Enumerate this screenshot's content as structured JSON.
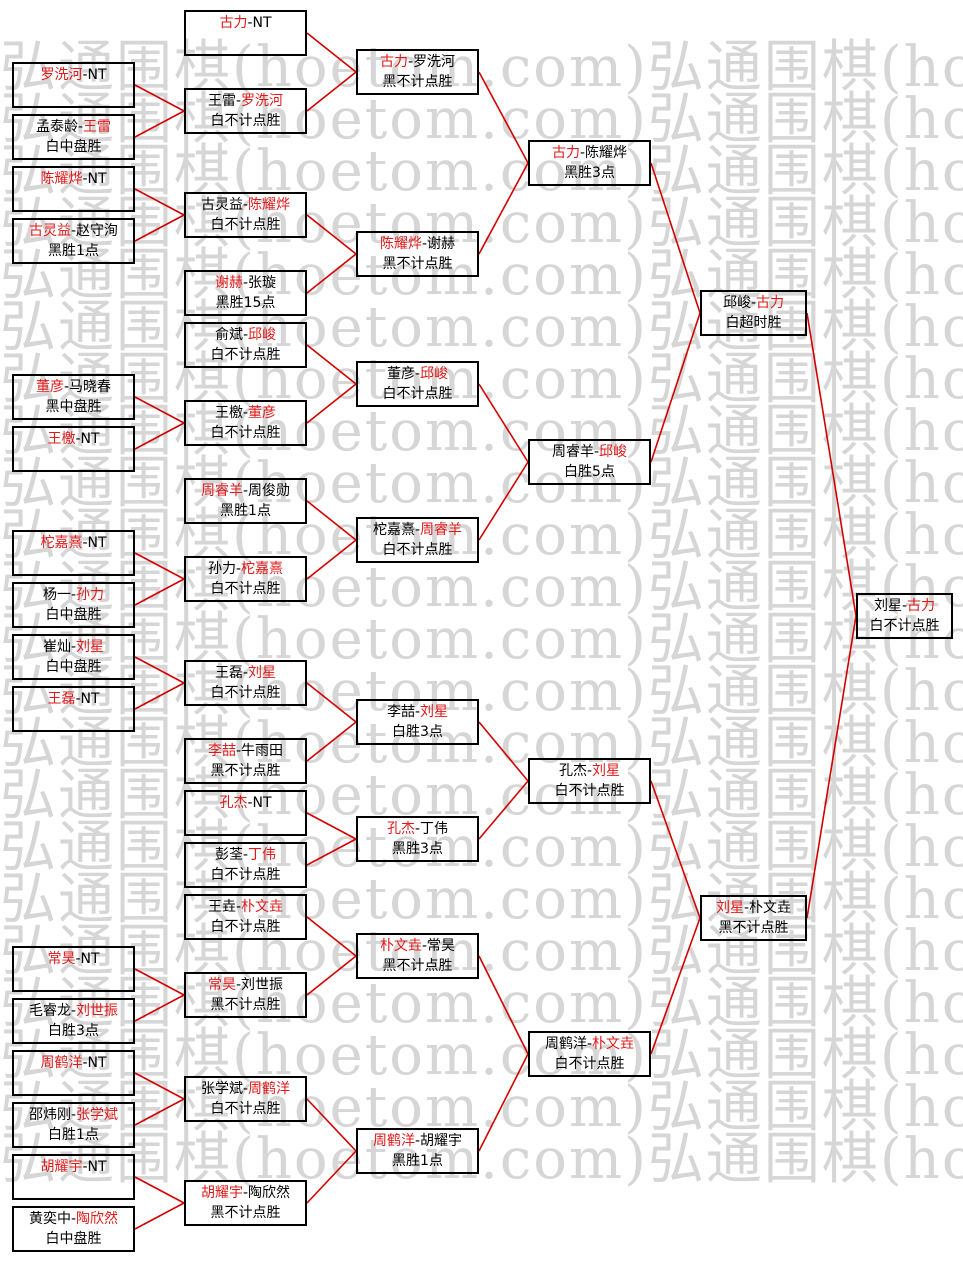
{
  "colors": {
    "winner": "#e01a1a",
    "line": "#d40000",
    "border": "#000000",
    "watermark": "#d6d6d6"
  },
  "watermark": "弘通围棋(hoetom.com)弘通围棋(hoetom.com)",
  "rounds": [
    [
      {
        "p1": "罗洗河",
        "p2": "NT",
        "win": 1,
        "res": ""
      },
      {
        "p1": "孟泰龄",
        "p2": "王雷",
        "win": 2,
        "res": "白中盘胜"
      },
      {
        "p1": "陈耀烨",
        "p2": "NT",
        "win": 1,
        "res": ""
      },
      {
        "p1": "古灵益",
        "p2": "赵守洵",
        "win": 1,
        "res": "黑胜1点"
      },
      {
        "p1": "董彦",
        "p2": "马晓春",
        "win": 1,
        "res": "黑中盘胜"
      },
      {
        "p1": "王檄",
        "p2": "NT",
        "win": 1,
        "res": ""
      },
      {
        "p1": "柁嘉熹",
        "p2": "NT",
        "win": 1,
        "res": ""
      },
      {
        "p1": "杨一",
        "p2": "孙力",
        "win": 2,
        "res": "白中盘胜"
      },
      {
        "p1": "崔灿",
        "p2": "刘星",
        "win": 2,
        "res": "白中盘胜"
      },
      {
        "p1": "王磊",
        "p2": "NT",
        "win": 1,
        "res": ""
      },
      {
        "p1": "常昊",
        "p2": "NT",
        "win": 1,
        "res": ""
      },
      {
        "p1": "毛睿龙",
        "p2": "刘世振",
        "win": 2,
        "res": "白胜3点"
      },
      {
        "p1": "周鹤洋",
        "p2": "NT",
        "win": 1,
        "res": ""
      },
      {
        "p1": "邵炜刚",
        "p2": "张学斌",
        "win": 2,
        "res": "白胜1点"
      },
      {
        "p1": "胡耀宇",
        "p2": "NT",
        "win": 1,
        "res": ""
      },
      {
        "p1": "黄奕中",
        "p2": "陶欣然",
        "win": 2,
        "res": "白中盘胜"
      }
    ],
    [
      {
        "p1": "古力",
        "p2": "NT",
        "win": 1,
        "res": ""
      },
      {
        "p1": "王雷",
        "p2": "罗洗河",
        "win": 2,
        "res": "白不计点胜"
      },
      {
        "p1": "古灵益",
        "p2": "陈耀烨",
        "win": 2,
        "res": "白不计点胜"
      },
      {
        "p1": "谢赫",
        "p2": "张璇",
        "win": 1,
        "res": "黑胜15点"
      },
      {
        "p1": "俞斌",
        "p2": "邱峻",
        "win": 2,
        "res": "白不计点胜"
      },
      {
        "p1": "王檄",
        "p2": "董彦",
        "win": 2,
        "res": "白不计点胜"
      },
      {
        "p1": "周睿羊",
        "p2": "周俊勋",
        "win": 1,
        "res": "黑胜1点"
      },
      {
        "p1": "孙力",
        "p2": "柁嘉熹",
        "win": 2,
        "res": "白不计点胜"
      },
      {
        "p1": "王磊",
        "p2": "刘星",
        "win": 2,
        "res": "白不计点胜"
      },
      {
        "p1": "李喆",
        "p2": "牛雨田",
        "win": 1,
        "res": "黑不计点胜"
      },
      {
        "p1": "孔杰",
        "p2": "NT",
        "win": 1,
        "res": ""
      },
      {
        "p1": "彭荃",
        "p2": "丁伟",
        "win": 2,
        "res": "白不计点胜"
      },
      {
        "p1": "王垚",
        "p2": "朴文垚",
        "win": 2,
        "res": "白不计点胜"
      },
      {
        "p1": "常昊",
        "p2": "刘世振",
        "win": 1,
        "res": "黑不计点胜"
      },
      {
        "p1": "张学斌",
        "p2": "周鹤洋",
        "win": 2,
        "res": "白不计点胜"
      },
      {
        "p1": "胡耀宇",
        "p2": "陶欣然",
        "win": 1,
        "res": "黑不计点胜"
      }
    ],
    [
      {
        "p1": "古力",
        "p2": "罗洗河",
        "win": 1,
        "res": "黑不计点胜"
      },
      {
        "p1": "陈耀烨",
        "p2": "谢赫",
        "win": 1,
        "res": "黑不计点胜"
      },
      {
        "p1": "董彦",
        "p2": "邱峻",
        "win": 2,
        "res": "白不计点胜"
      },
      {
        "p1": "柁嘉熹",
        "p2": "周睿羊",
        "win": 2,
        "res": "白不计点胜"
      },
      {
        "p1": "李喆",
        "p2": "刘星",
        "win": 2,
        "res": "白胜3点"
      },
      {
        "p1": "孔杰",
        "p2": "丁伟",
        "win": 1,
        "res": "黑胜3点"
      },
      {
        "p1": "朴文垚",
        "p2": "常昊",
        "win": 1,
        "res": "黑不计点胜"
      },
      {
        "p1": "周鹤洋",
        "p2": "胡耀宇",
        "win": 1,
        "res": "黑胜1点"
      }
    ],
    [
      {
        "p1": "古力",
        "p2": "陈耀烨",
        "win": 1,
        "res": "黑胜3点"
      },
      {
        "p1": "周睿羊",
        "p2": "邱峻",
        "win": 2,
        "res": "白胜5点"
      },
      {
        "p1": "孔杰",
        "p2": "刘星",
        "win": 2,
        "res": "白不计点胜"
      },
      {
        "p1": "周鹤洋",
        "p2": "朴文垚",
        "win": 2,
        "res": "白不计点胜"
      }
    ],
    [
      {
        "p1": "邱峻",
        "p2": "古力",
        "win": 2,
        "res": "白超时胜"
      },
      {
        "p1": "刘星",
        "p2": "朴文垚",
        "win": 1,
        "res": "黑不计点胜"
      }
    ],
    [
      {
        "p1": "刘星",
        "p2": "古力",
        "win": 2,
        "res": "白不计点胜"
      }
    ]
  ]
}
